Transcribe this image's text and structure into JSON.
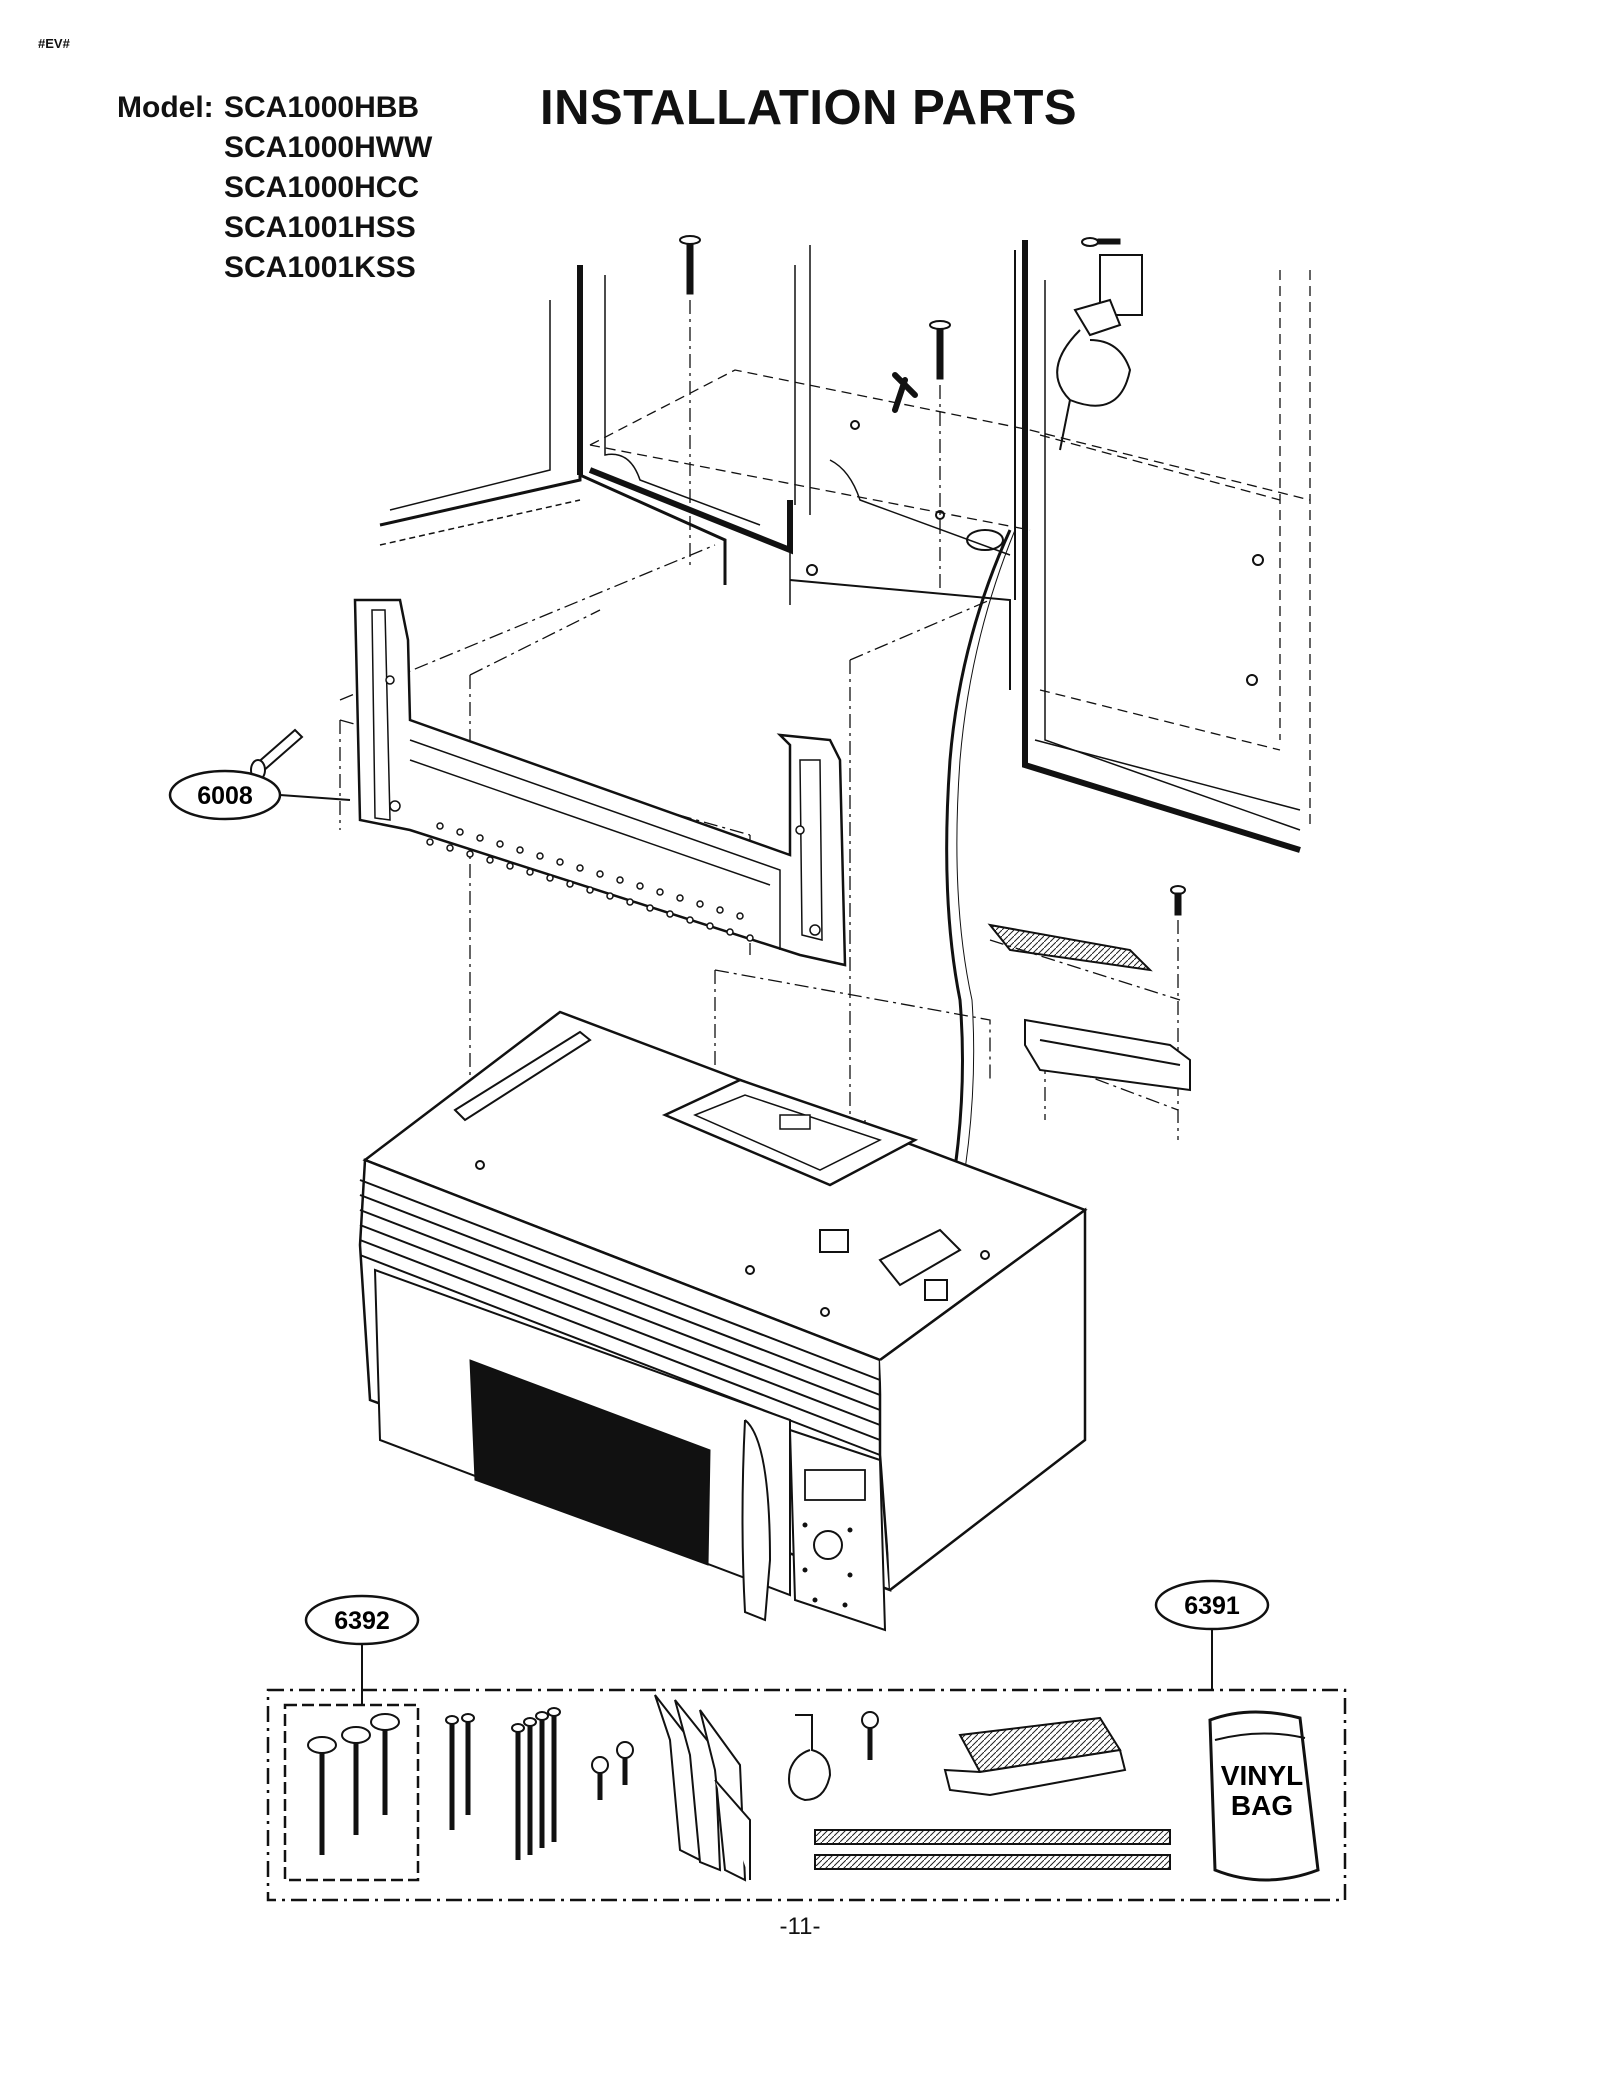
{
  "header": {
    "tag": "#EV#",
    "model_label": "Model:",
    "models": [
      "SCA1000HBB",
      "SCA1000HWW",
      "SCA1000HCC",
      "SCA1001HSS",
      "SCA1001KSS"
    ],
    "title": "INSTALLATION PARTS"
  },
  "callouts": {
    "mounting_plate": "6008",
    "screw_set": "6392",
    "installation_kit": "6391"
  },
  "kit": {
    "bag_line1": "VINYL",
    "bag_line2": "BAG"
  },
  "footer": {
    "page_number": "-11-"
  }
}
